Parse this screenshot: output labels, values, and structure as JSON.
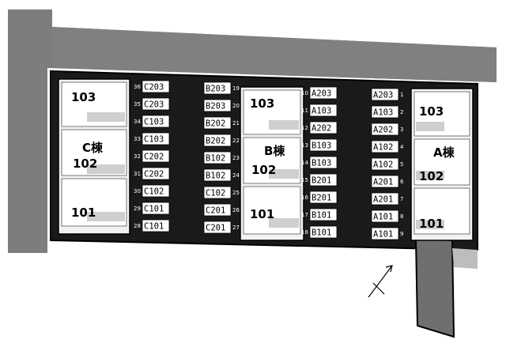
{
  "buildings": [
    {
      "id": "C",
      "label": "C棟",
      "units": [
        "103",
        "102",
        "101"
      ]
    },
    {
      "id": "B",
      "label": "B棟",
      "units": [
        "103",
        "102",
        "101"
      ]
    },
    {
      "id": "A",
      "label": "A棟",
      "units": [
        "103",
        "102",
        "101"
      ]
    }
  ],
  "parking": {
    "column_c": [
      {
        "num": "36",
        "label": "C203"
      },
      {
        "num": "35",
        "label": "C203"
      },
      {
        "num": "34",
        "label": "C103"
      },
      {
        "num": "33",
        "label": "C103"
      },
      {
        "num": "32",
        "label": "C202"
      },
      {
        "num": "31",
        "label": "C202"
      },
      {
        "num": "30",
        "label": "C102"
      },
      {
        "num": "29",
        "label": "C101"
      },
      {
        "num": "28",
        "label": "C101"
      }
    ],
    "column_b": [
      {
        "num": "19",
        "label": "B203"
      },
      {
        "num": "20",
        "label": "B203"
      },
      {
        "num": "21",
        "label": "B202"
      },
      {
        "num": "22",
        "label": "B202"
      },
      {
        "num": "23",
        "label": "B102"
      },
      {
        "num": "24",
        "label": "B102"
      },
      {
        "num": "25",
        "label": "C102"
      },
      {
        "num": "26",
        "label": "C201"
      },
      {
        "num": "27",
        "label": "C201"
      }
    ],
    "column_a_left": [
      {
        "num": "10",
        "label": "A203"
      },
      {
        "num": "11",
        "label": "A103"
      },
      {
        "num": "12",
        "label": "A202"
      },
      {
        "num": "13",
        "label": "B103"
      },
      {
        "num": "14",
        "label": "B103"
      },
      {
        "num": "15",
        "label": "B201"
      },
      {
        "num": "16",
        "label": "B201"
      },
      {
        "num": "17",
        "label": "B101"
      },
      {
        "num": "18",
        "label": "B101"
      }
    ],
    "column_a_right": [
      {
        "num": "1",
        "label": "A203"
      },
      {
        "num": "2",
        "label": "A103"
      },
      {
        "num": "3",
        "label": "A202"
      },
      {
        "num": "4",
        "label": "A102"
      },
      {
        "num": "5",
        "label": "A102"
      },
      {
        "num": "6",
        "label": "A201"
      },
      {
        "num": "7",
        "label": "A201"
      },
      {
        "num": "8",
        "label": "A101"
      },
      {
        "num": "9",
        "label": "A101"
      }
    ]
  },
  "compass": {
    "icon": "north-arrow-icon"
  }
}
